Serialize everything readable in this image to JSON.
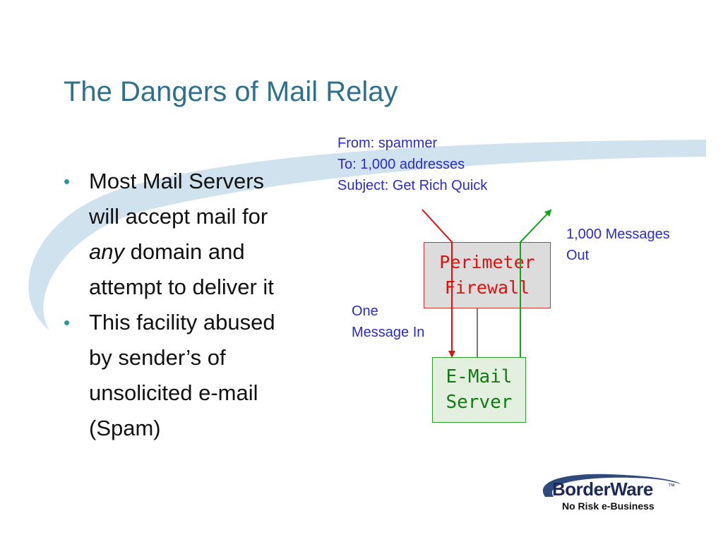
{
  "slide": {
    "title": "The Dangers of Mail Relay",
    "bullets": [
      {
        "lines": [
          "Most Mail Servers",
          "will accept mail for"
        ],
        "em": "any",
        "after_em": " domain and",
        "tail": "attempt to deliver it"
      },
      {
        "lines": [
          "This facility abused",
          "by sender’s of",
          "unsolicited e-mail",
          "(Spam)"
        ]
      }
    ]
  },
  "diagram": {
    "header_lines": [
      "From: spammer",
      "To: 1,000 addresses",
      "Subject: Get Rich Quick"
    ],
    "out_label_lines": [
      "1,000 Messages",
      "Out"
    ],
    "in_label_lines": [
      "One",
      "Message In"
    ],
    "firewall_lines": [
      "Perimeter",
      "Firewall"
    ],
    "server_lines": [
      "E-Mail",
      "Server"
    ]
  },
  "logo": {
    "name": "BorderWare",
    "trademark": "™",
    "tagline": "No Risk e-Business"
  },
  "colors": {
    "title": "#31708a",
    "label_text": "#2b2bc8",
    "inbound_arrow": "#e01010",
    "outbound_arrow": "#1aa01a",
    "swoosh": "#cfe2ee"
  }
}
